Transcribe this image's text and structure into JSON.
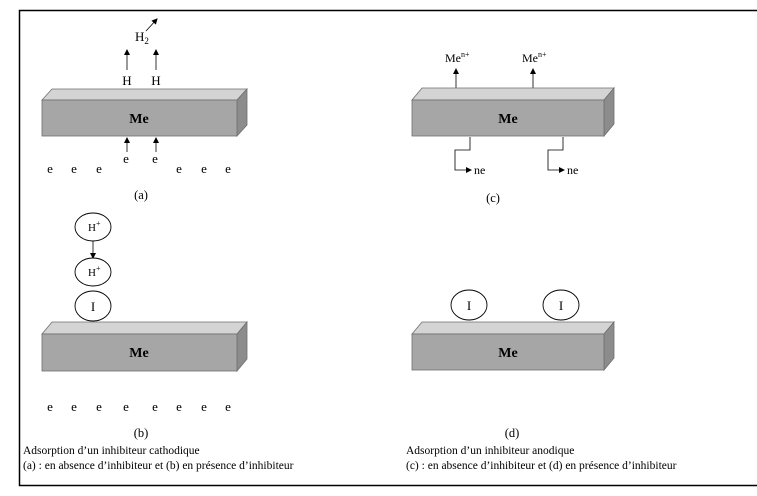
{
  "metal_label": "Me",
  "electron": "e",
  "h_atom": "H",
  "h2": "H",
  "h2_sub": "2",
  "metal_ion": "Me",
  "metal_ion_sup": "n+",
  "ne_label": "ne",
  "h_ion": "H",
  "h_ion_sup": "+",
  "inhibitor": "I",
  "panels": {
    "a": "(a)",
    "b": "(b)",
    "c": "(c)",
    "d": "(d)"
  },
  "captions": {
    "cathodic_title": "Adsorption d’un inhibiteur cathodique",
    "cathodic_detail": "(a) : en absence d’inhibiteur et (b) en présence d’inhibiteur",
    "anodic_title": "Adsorption d’un inhibiteur anodique",
    "anodic_detail": "(c) : en absence d’inhibiteur et (d) en présence d’inhibiteur"
  },
  "colors": {
    "block_front": "#a6a6a6",
    "block_top": "#d4d4d4",
    "block_side": "#8c8c8c",
    "frame": "#000000"
  }
}
